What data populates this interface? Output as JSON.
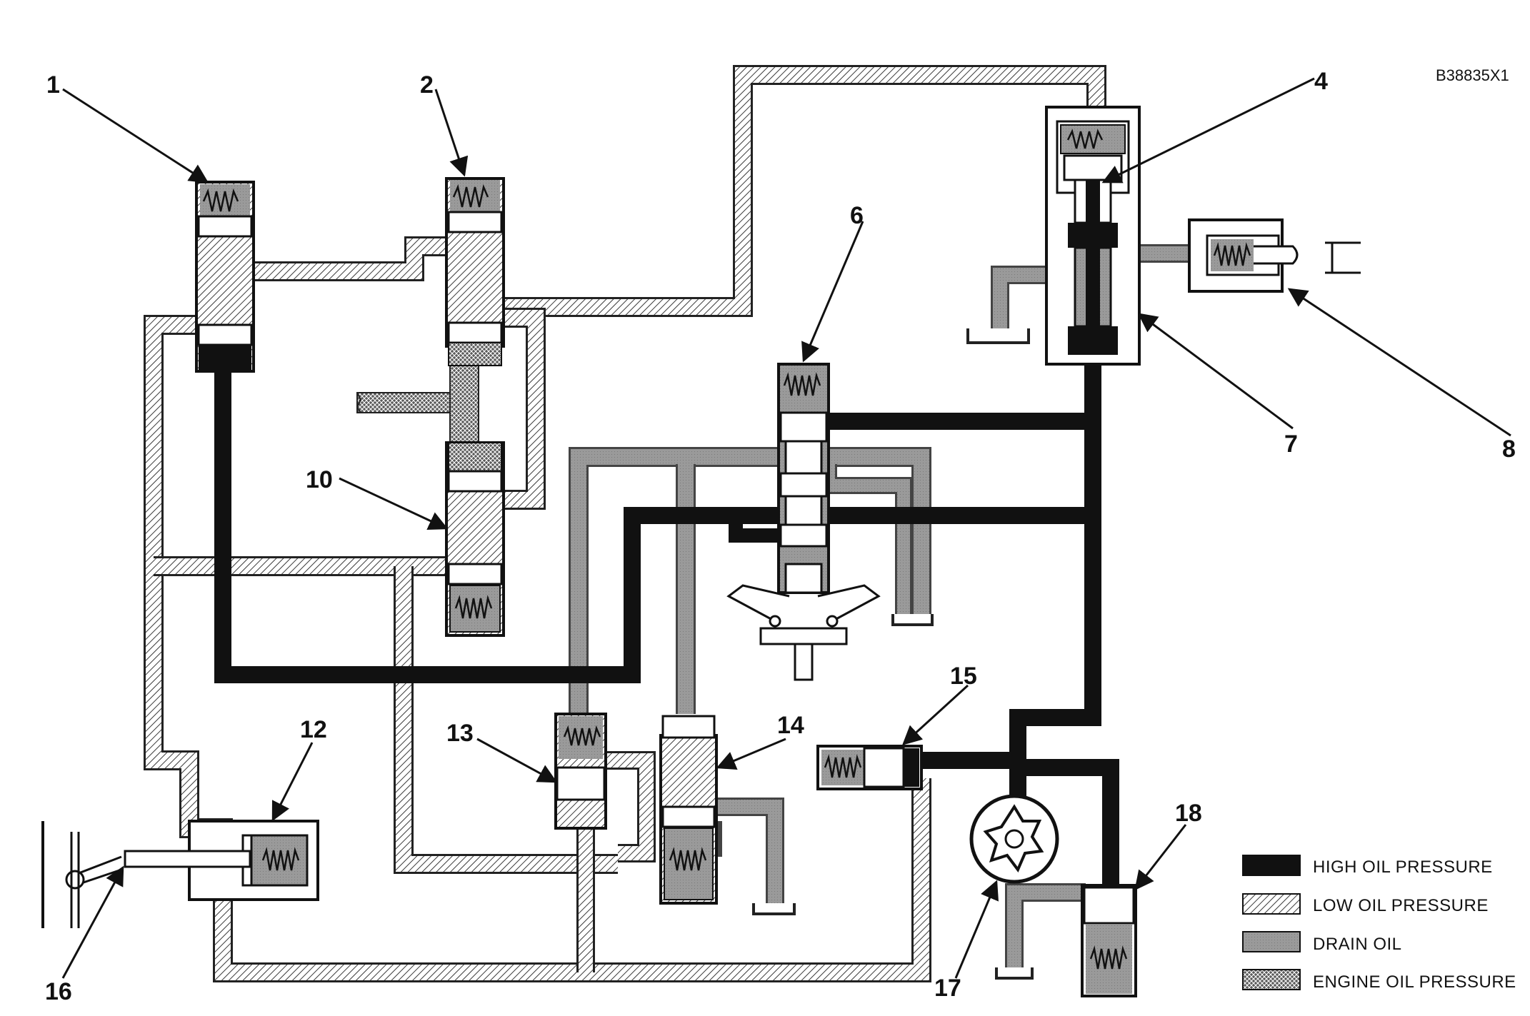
{
  "figure_code": "B38835X1",
  "callouts": [
    "1",
    "2",
    "4",
    "6",
    "7",
    "8",
    "10",
    "12",
    "13",
    "14",
    "15",
    "16",
    "17",
    "18"
  ],
  "legend": [
    {
      "label": "HIGH OIL PRESSURE",
      "pattern": "high"
    },
    {
      "label": "LOW OIL PRESSURE",
      "pattern": "low"
    },
    {
      "label": "DRAIN OIL",
      "pattern": "drain"
    },
    {
      "label": "ENGINE OIL PRESSURE",
      "pattern": "engine"
    }
  ],
  "colors": {
    "high": "#111111",
    "drain": "#9a9a9a",
    "low_line": "#333333",
    "engine": "#555555"
  }
}
